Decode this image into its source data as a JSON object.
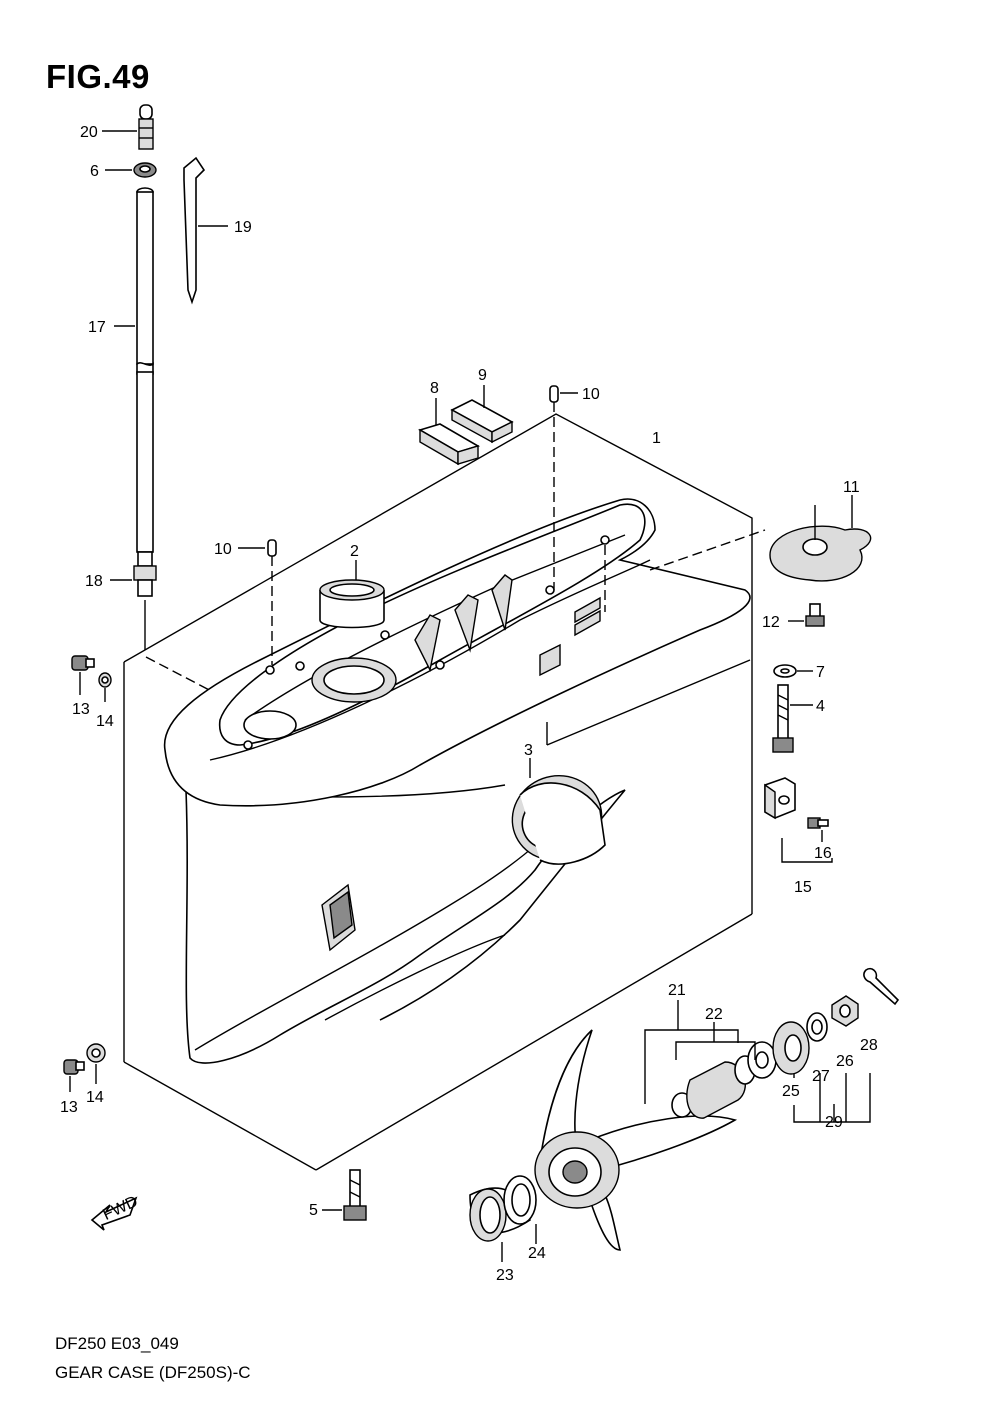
{
  "figure": {
    "title": "FIG.49"
  },
  "footer": {
    "model_code": "DF250 E03_049",
    "caption": "GEAR CASE (DF250S)-C"
  },
  "fwd_arrow": {
    "label": "FWD"
  },
  "callouts": [
    "1",
    "2",
    "3",
    "4",
    "5",
    "6",
    "7",
    "8",
    "9",
    "10",
    "10",
    "11",
    "12",
    "13",
    "14",
    "13",
    "14",
    "15",
    "16",
    "17",
    "18",
    "19",
    "20",
    "21",
    "22",
    "23",
    "24",
    "25",
    "26",
    "27",
    "28",
    "29"
  ]
}
